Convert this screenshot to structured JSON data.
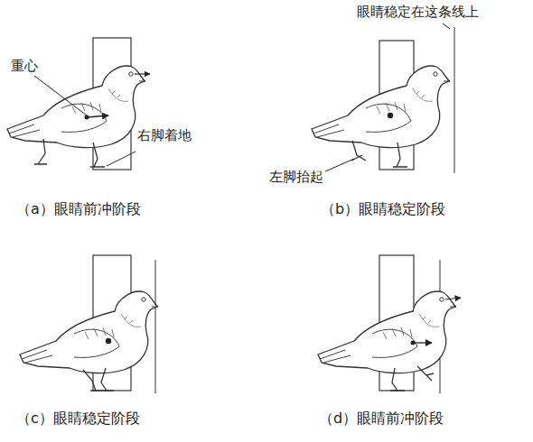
{
  "diagram": {
    "labels": [
      "眼睛稳定在这条线上",
      "重心",
      "右脚着地",
      "左脚抬起",
      "（a）眼睛前冲阶段",
      "（b）眼睛稳定阶段",
      "（c）眼睛稳定阶段",
      "（d）眼睛前冲阶段"
    ]
  }
}
